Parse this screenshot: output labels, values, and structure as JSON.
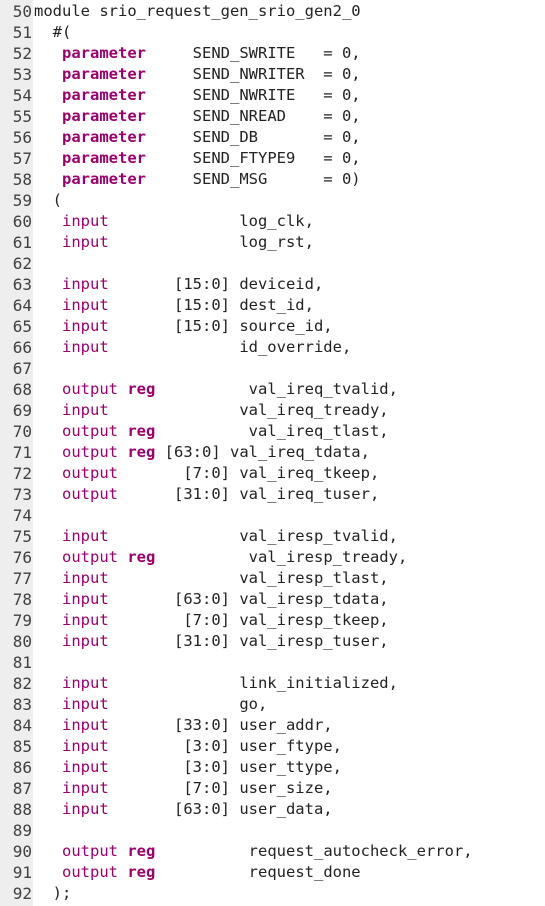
{
  "editor": {
    "colors": {
      "keyword": "#9c006c",
      "text": "#222222",
      "line_number": "#404040",
      "gutter": "#eeeeee"
    },
    "lines": [
      {
        "n": "50",
        "tokens": [
          [
            "p",
            "module srio_request_gen_srio_gen2_0"
          ]
        ]
      },
      {
        "n": "51",
        "tokens": [
          [
            "p",
            "  #("
          ]
        ]
      },
      {
        "n": "52",
        "tokens": [
          [
            "p",
            "   "
          ],
          [
            "k",
            "parameter"
          ],
          [
            "p",
            "     SEND_SWRITE   = 0,"
          ]
        ]
      },
      {
        "n": "53",
        "tokens": [
          [
            "p",
            "   "
          ],
          [
            "k",
            "parameter"
          ],
          [
            "p",
            "     SEND_NWRITER  = 0,"
          ]
        ]
      },
      {
        "n": "54",
        "tokens": [
          [
            "p",
            "   "
          ],
          [
            "k",
            "parameter"
          ],
          [
            "p",
            "     SEND_NWRITE   = 0,"
          ]
        ]
      },
      {
        "n": "55",
        "tokens": [
          [
            "p",
            "   "
          ],
          [
            "k",
            "parameter"
          ],
          [
            "p",
            "     SEND_NREAD    = 0,"
          ]
        ]
      },
      {
        "n": "56",
        "tokens": [
          [
            "p",
            "   "
          ],
          [
            "k",
            "parameter"
          ],
          [
            "p",
            "     SEND_DB       = 0,"
          ]
        ]
      },
      {
        "n": "57",
        "tokens": [
          [
            "p",
            "   "
          ],
          [
            "k",
            "parameter"
          ],
          [
            "p",
            "     SEND_FTYPE9   = 0,"
          ]
        ]
      },
      {
        "n": "58",
        "tokens": [
          [
            "p",
            "   "
          ],
          [
            "k",
            "parameter"
          ],
          [
            "p",
            "     SEND_MSG      = 0)"
          ]
        ]
      },
      {
        "n": "59",
        "tokens": [
          [
            "p",
            "  ("
          ]
        ]
      },
      {
        "n": "60",
        "tokens": [
          [
            "p",
            "   "
          ],
          [
            "i",
            "input"
          ],
          [
            "p",
            "              log_clk,"
          ]
        ]
      },
      {
        "n": "61",
        "tokens": [
          [
            "p",
            "   "
          ],
          [
            "i",
            "input"
          ],
          [
            "p",
            "              log_rst,"
          ]
        ]
      },
      {
        "n": "62",
        "tokens": []
      },
      {
        "n": "63",
        "tokens": [
          [
            "p",
            "   "
          ],
          [
            "i",
            "input"
          ],
          [
            "p",
            "       [15:0] deviceid,"
          ]
        ]
      },
      {
        "n": "64",
        "tokens": [
          [
            "p",
            "   "
          ],
          [
            "i",
            "input"
          ],
          [
            "p",
            "       [15:0] dest_id,"
          ]
        ]
      },
      {
        "n": "65",
        "tokens": [
          [
            "p",
            "   "
          ],
          [
            "i",
            "input"
          ],
          [
            "p",
            "       [15:0] source_id,"
          ]
        ]
      },
      {
        "n": "66",
        "tokens": [
          [
            "p",
            "   "
          ],
          [
            "i",
            "input"
          ],
          [
            "p",
            "              id_override,"
          ]
        ]
      },
      {
        "n": "67",
        "tokens": []
      },
      {
        "n": "68",
        "tokens": [
          [
            "p",
            "   "
          ],
          [
            "i",
            "output"
          ],
          [
            "p",
            " "
          ],
          [
            "k",
            "reg"
          ],
          [
            "p",
            "          val_ireq_tvalid,"
          ]
        ]
      },
      {
        "n": "69",
        "tokens": [
          [
            "p",
            "   "
          ],
          [
            "i",
            "input"
          ],
          [
            "p",
            "              val_ireq_tready,"
          ]
        ]
      },
      {
        "n": "70",
        "tokens": [
          [
            "p",
            "   "
          ],
          [
            "i",
            "output"
          ],
          [
            "p",
            " "
          ],
          [
            "k",
            "reg"
          ],
          [
            "p",
            "          val_ireq_tlast,"
          ]
        ]
      },
      {
        "n": "71",
        "tokens": [
          [
            "p",
            "   "
          ],
          [
            "i",
            "output"
          ],
          [
            "p",
            " "
          ],
          [
            "k",
            "reg"
          ],
          [
            "p",
            " [63:0] val_ireq_tdata,"
          ]
        ]
      },
      {
        "n": "72",
        "tokens": [
          [
            "p",
            "   "
          ],
          [
            "i",
            "output"
          ],
          [
            "p",
            "       [7:0] val_ireq_tkeep,"
          ]
        ]
      },
      {
        "n": "73",
        "tokens": [
          [
            "p",
            "   "
          ],
          [
            "i",
            "output"
          ],
          [
            "p",
            "      [31:0] val_ireq_tuser,"
          ]
        ]
      },
      {
        "n": "74",
        "tokens": []
      },
      {
        "n": "75",
        "tokens": [
          [
            "p",
            "   "
          ],
          [
            "i",
            "input"
          ],
          [
            "p",
            "              val_iresp_tvalid,"
          ]
        ]
      },
      {
        "n": "76",
        "tokens": [
          [
            "p",
            "   "
          ],
          [
            "i",
            "output"
          ],
          [
            "p",
            " "
          ],
          [
            "k",
            "reg"
          ],
          [
            "p",
            "          val_iresp_tready,"
          ]
        ]
      },
      {
        "n": "77",
        "tokens": [
          [
            "p",
            "   "
          ],
          [
            "i",
            "input"
          ],
          [
            "p",
            "              val_iresp_tlast,"
          ]
        ]
      },
      {
        "n": "78",
        "tokens": [
          [
            "p",
            "   "
          ],
          [
            "i",
            "input"
          ],
          [
            "p",
            "       [63:0] val_iresp_tdata,"
          ]
        ]
      },
      {
        "n": "79",
        "tokens": [
          [
            "p",
            "   "
          ],
          [
            "i",
            "input"
          ],
          [
            "p",
            "        [7:0] val_iresp_tkeep,"
          ]
        ]
      },
      {
        "n": "80",
        "tokens": [
          [
            "p",
            "   "
          ],
          [
            "i",
            "input"
          ],
          [
            "p",
            "       [31:0] val_iresp_tuser,"
          ]
        ]
      },
      {
        "n": "81",
        "tokens": []
      },
      {
        "n": "82",
        "tokens": [
          [
            "p",
            "   "
          ],
          [
            "i",
            "input"
          ],
          [
            "p",
            "              link_initialized,"
          ]
        ]
      },
      {
        "n": "83",
        "tokens": [
          [
            "p",
            "   "
          ],
          [
            "i",
            "input"
          ],
          [
            "p",
            "              go,"
          ]
        ]
      },
      {
        "n": "84",
        "tokens": [
          [
            "p",
            "   "
          ],
          [
            "i",
            "input"
          ],
          [
            "p",
            "       [33:0] user_addr,"
          ]
        ]
      },
      {
        "n": "85",
        "tokens": [
          [
            "p",
            "   "
          ],
          [
            "i",
            "input"
          ],
          [
            "p",
            "        [3:0] user_ftype,"
          ]
        ]
      },
      {
        "n": "86",
        "tokens": [
          [
            "p",
            "   "
          ],
          [
            "i",
            "input"
          ],
          [
            "p",
            "        [3:0] user_ttype,"
          ]
        ]
      },
      {
        "n": "87",
        "tokens": [
          [
            "p",
            "   "
          ],
          [
            "i",
            "input"
          ],
          [
            "p",
            "        [7:0] user_size,"
          ]
        ]
      },
      {
        "n": "88",
        "tokens": [
          [
            "p",
            "   "
          ],
          [
            "i",
            "input"
          ],
          [
            "p",
            "       [63:0] user_data,"
          ]
        ]
      },
      {
        "n": "89",
        "tokens": []
      },
      {
        "n": "90",
        "tokens": [
          [
            "p",
            "   "
          ],
          [
            "i",
            "output"
          ],
          [
            "p",
            " "
          ],
          [
            "k",
            "reg"
          ],
          [
            "p",
            "          request_autocheck_error,"
          ]
        ]
      },
      {
        "n": "91",
        "tokens": [
          [
            "p",
            "   "
          ],
          [
            "i",
            "output"
          ],
          [
            "p",
            " "
          ],
          [
            "k",
            "reg"
          ],
          [
            "p",
            "          request_done"
          ]
        ]
      },
      {
        "n": "92",
        "tokens": [
          [
            "p",
            "  );"
          ]
        ]
      }
    ]
  }
}
